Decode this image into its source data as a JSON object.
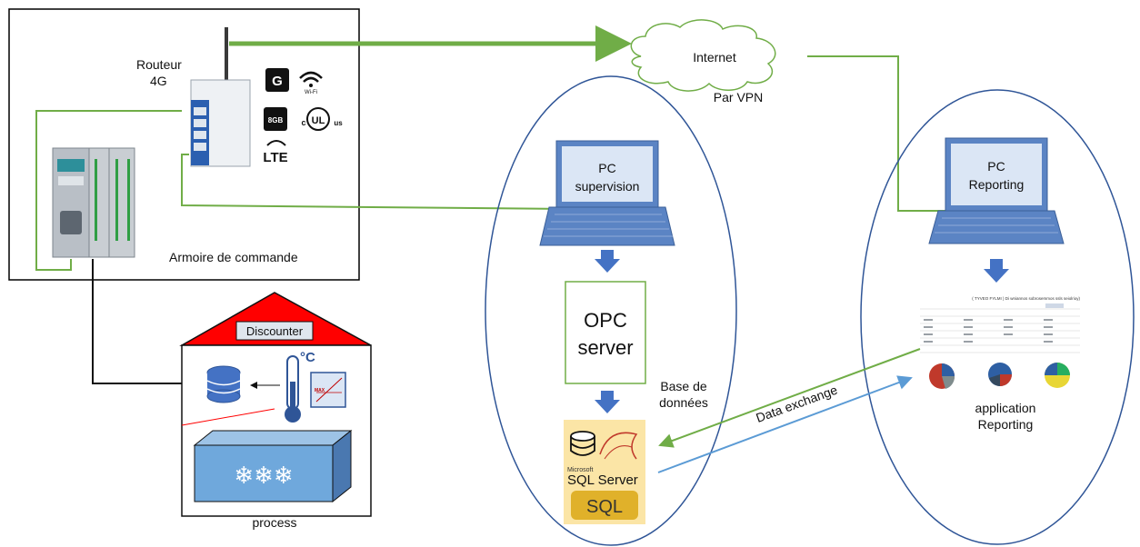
{
  "router": {
    "label_line1": "Routeur",
    "label_line2": "4G",
    "badge_g": "G",
    "badge_8gb": "8GB",
    "badge_wifi": "Wi-Fi",
    "badge_lte": "LTE",
    "badge_ul_c": "c",
    "badge_ul": "UL",
    "badge_ul_us": "us"
  },
  "cabinet": {
    "label": "Armoire de commande"
  },
  "internet": {
    "label": "Internet",
    "vpn_label": "Par VPN"
  },
  "supervision": {
    "pc_line1": "PC",
    "pc_line2": "supervision",
    "opc_line1": "OPC",
    "opc_line2": "server",
    "db_line1": "Base de",
    "db_line2": "données",
    "sql_brand_small": "Microsoft",
    "sql_brand": "SQL Server",
    "sql_badge": "SQL"
  },
  "reporting": {
    "pc_line1": "PC",
    "pc_line2": "Reporting",
    "app_line1": "application",
    "app_line2": "Reporting",
    "report_title": "( TYVEO FYLMI ) Di wniannos sobrosemmos ssls seiolrioy)"
  },
  "exchange": {
    "label": "Data exchange"
  },
  "process": {
    "shop_sign": "Discounter",
    "temp_unit": "°C",
    "chart_max": "MAX",
    "freezer_symbols": "❄❄❄",
    "label": "process"
  },
  "colors": {
    "green_link": "#70ad47",
    "blue_link": "#5b9bd5",
    "ellipse": "#2f5597",
    "arrow_blue": "#4472c4",
    "roof": "#ff0000",
    "freezer": "#6fa8dc",
    "sql_bg": "#fbe5a6",
    "sql_badge": "#e0b12a"
  }
}
